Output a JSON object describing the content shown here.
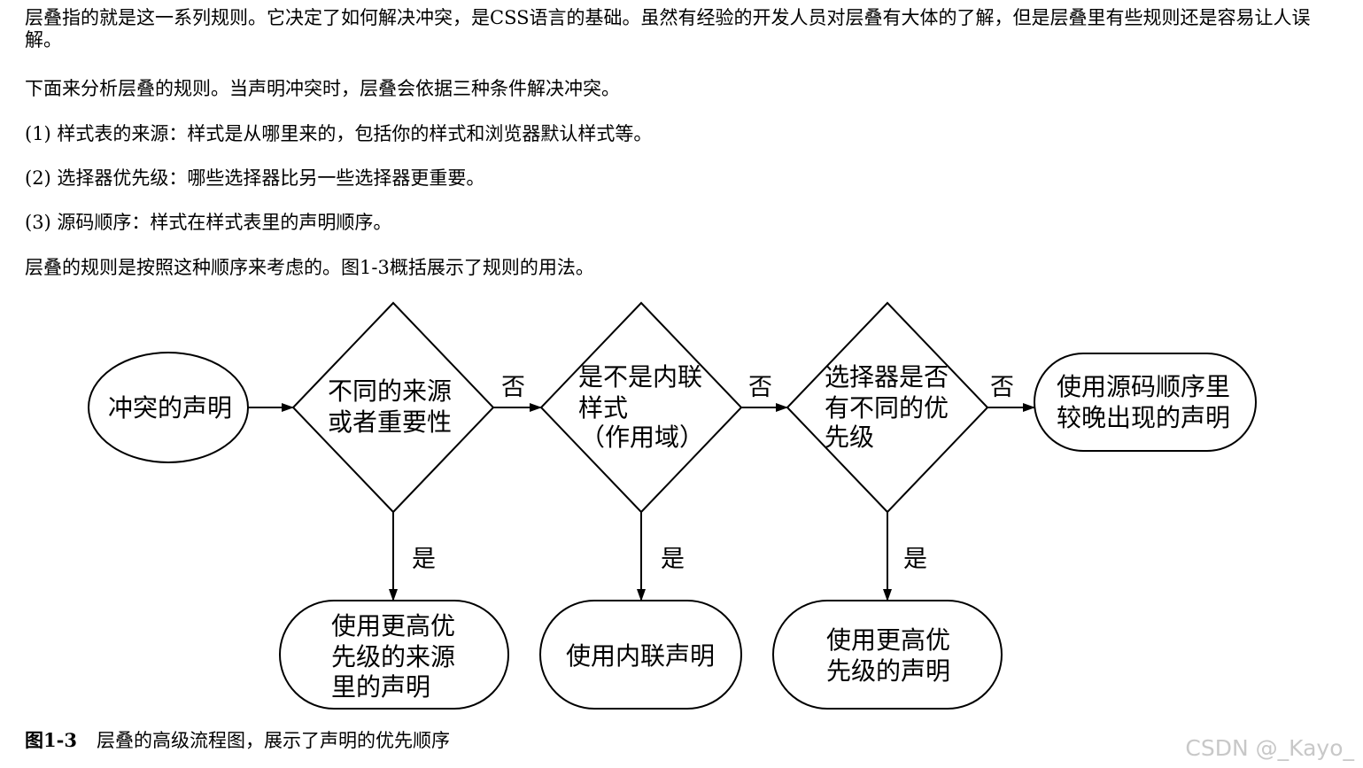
{
  "article": {
    "intro": "层叠指的就是这一系列规则。它决定了如何解决冲突，是CSS语言的基础。虽然有经验的开发人员对层叠有大体的了解，但是层叠里有些规则还是容易让人误解。",
    "analyze": "下面来分析层叠的规则。当声明冲突时，层叠会依据三种条件解决冲突。",
    "rules": [
      "(1) 样式表的来源：样式是从哪里来的，包括你的样式和浏览器默认样式等。",
      "(2) 选择器优先级：哪些选择器比另一些选择器更重要。",
      "(3) 源码顺序：样式在样式表里的声明顺序。"
    ],
    "summary": "层叠的规则是按照这种顺序来考虑的。图1-3概括展示了规则的用法。"
  },
  "flowchart": {
    "start": "冲突的声明",
    "decision_origin": [
      "不同的来源",
      "或者重要性"
    ],
    "decision_inline": [
      "是不是内联",
      "样式",
      "（作用域）"
    ],
    "decision_specificity": [
      "选择器是否",
      "有不同的优",
      "先级"
    ],
    "end_source_order": [
      "使用源码顺序里",
      "较晚出现的声明"
    ],
    "result_origin": [
      "使用更高优",
      "先级的来源",
      "里的声明"
    ],
    "result_inline": "使用内联声明",
    "result_specificity": [
      "使用更高优",
      "先级的声明"
    ],
    "no_label": "否",
    "yes_label": "是"
  },
  "caption": {
    "figure_number": "图1-3",
    "text": "层叠的高级流程图，展示了声明的优先顺序"
  },
  "watermark": "CSDN @_Kayo_"
}
